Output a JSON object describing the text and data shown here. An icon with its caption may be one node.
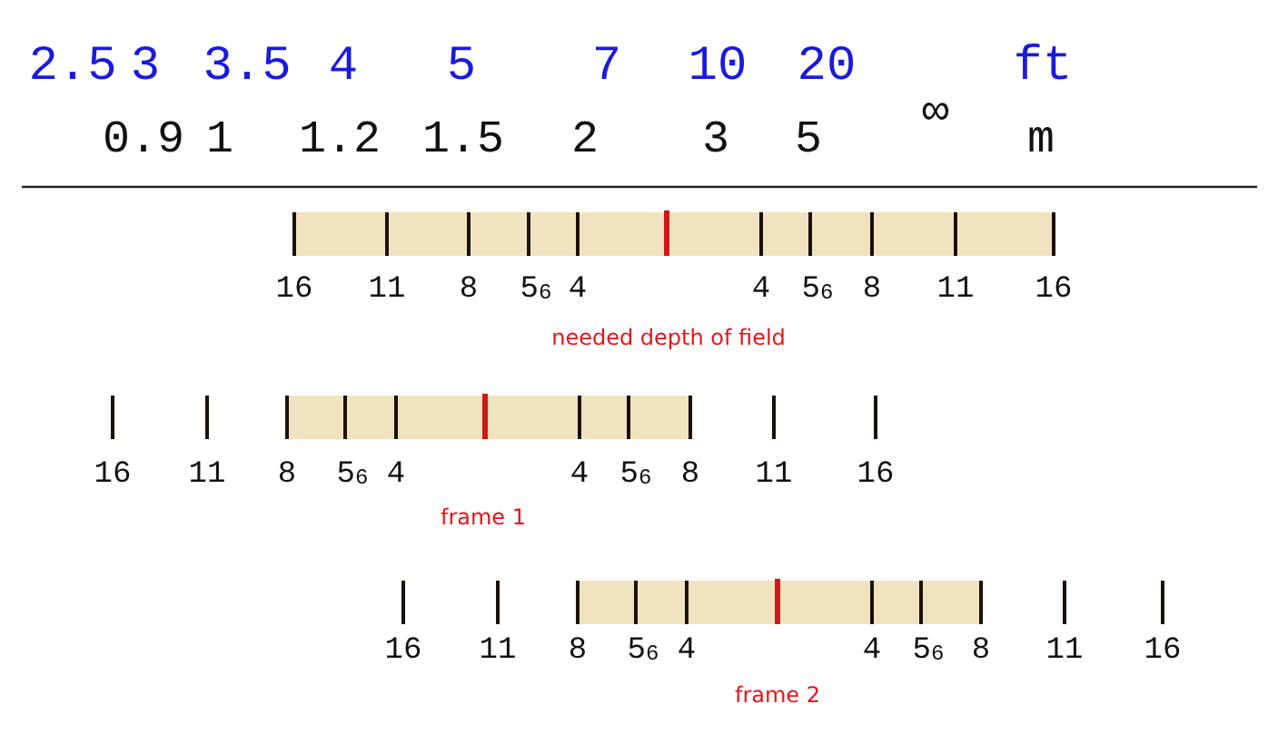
{
  "diagram": {
    "labels": [
      "2.5",
      "3",
      "3.5",
      "4",
      "5",
      "7",
      "10",
      "20",
      "∞",
      "ft",
      "0.9",
      "1",
      "1.2",
      "1.5",
      "2",
      "3",
      "5",
      "m",
      "16",
      "11",
      "8",
      "5$_{6}$",
      "4",
      "4",
      "5$_{6}$",
      "8",
      "11",
      "16",
      "needed depth of field",
      "16",
      "11",
      "8",
      "5$_{6}$",
      "4",
      "4",
      "5$_{6}$",
      "8",
      "11",
      "16",
      "frame 1",
      "16",
      "11",
      "8",
      "5$_{6}$",
      "4",
      "4",
      "5$_{6}$",
      "8",
      "11",
      "16",
      "frame 2"
    ]
  }
}
